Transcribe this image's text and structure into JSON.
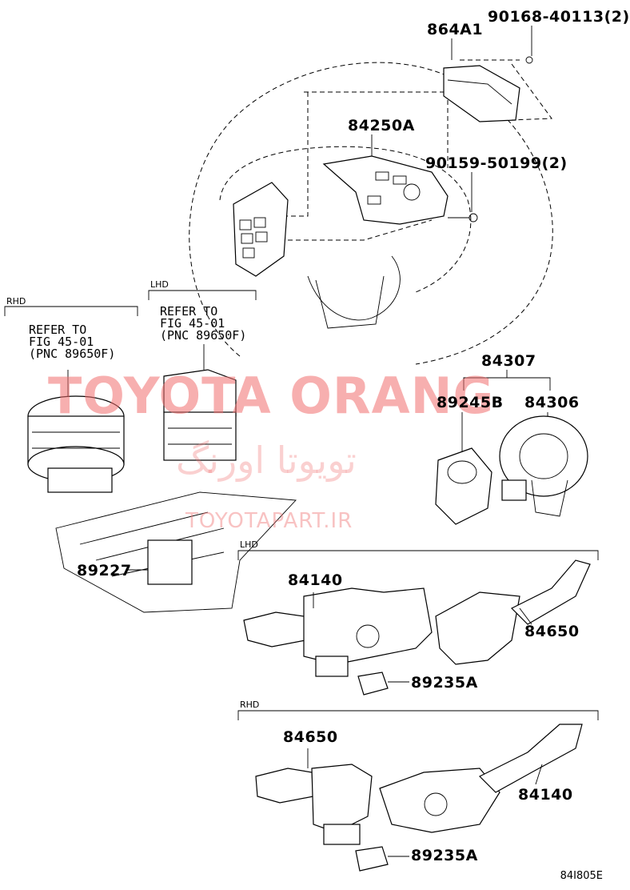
{
  "sections": {
    "lhd_upper": "LHD",
    "rhd_upper": "RHD",
    "lhd_lower": "LHD",
    "rhd_lower": "RHD"
  },
  "refer_rhd": {
    "line1": "REFER TO",
    "line2": "FIG 45-01",
    "line3": "(PNC 89650F)"
  },
  "refer_lhd": {
    "line1": "REFER TO",
    "line2": "FIG 45-01",
    "line3": "(PNC 89650F)"
  },
  "parts": {
    "p864A1": "864A1",
    "p90168": "90168-40113(2)",
    "p84250A": "84250A",
    "p90159": "90159-50199(2)",
    "p84307": "84307",
    "p89245B": "89245B",
    "p84306": "84306",
    "p89227": "89227",
    "p84140_lhd": "84140",
    "p84650_lhd": "84650",
    "p89235A_lhd": "89235A",
    "p84650_rhd": "84650",
    "p84140_rhd": "84140",
    "p89235A_rhd": "89235A"
  },
  "watermark": {
    "brand": "TOYOTA ORANG",
    "farsi": "تویوتا اورنگ",
    "site": "TOYOTAPART.IR"
  },
  "figure_code": "84I805E"
}
